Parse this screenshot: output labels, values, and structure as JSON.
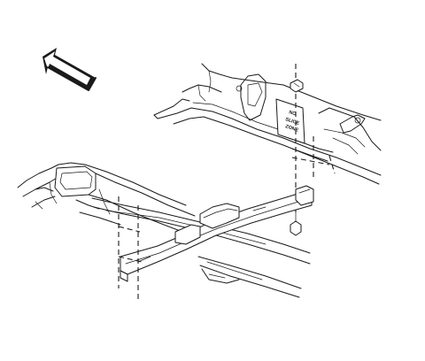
{
  "diagram": {
    "plate_label": [
      "NO",
      "SLICE",
      "ZONE"
    ],
    "arrow_color": "#1a1a1a",
    "line_color": "#1a1a1a",
    "background": "#ffffff",
    "icons": [
      "direction-arrow-icon",
      "bolt-icon"
    ]
  }
}
